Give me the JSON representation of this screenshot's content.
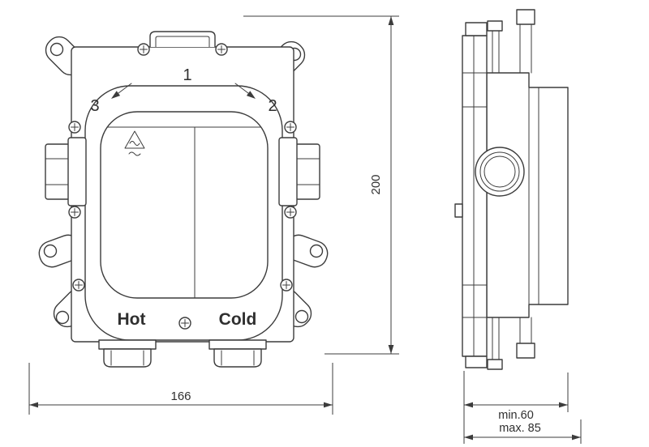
{
  "front_view": {
    "port_markers": {
      "top": "1",
      "right": "2",
      "left": "3"
    },
    "inlet_labels": {
      "hot": "Hot",
      "cold": "Cold"
    },
    "icons": {
      "warning": "hot-surface-warning-triangle"
    }
  },
  "dimensions": {
    "width": "166",
    "height": "200",
    "depth_min": "min.60",
    "depth_max": "max. 85"
  },
  "colors": {
    "line": "#3c3c3c",
    "background": "#ffffff"
  }
}
